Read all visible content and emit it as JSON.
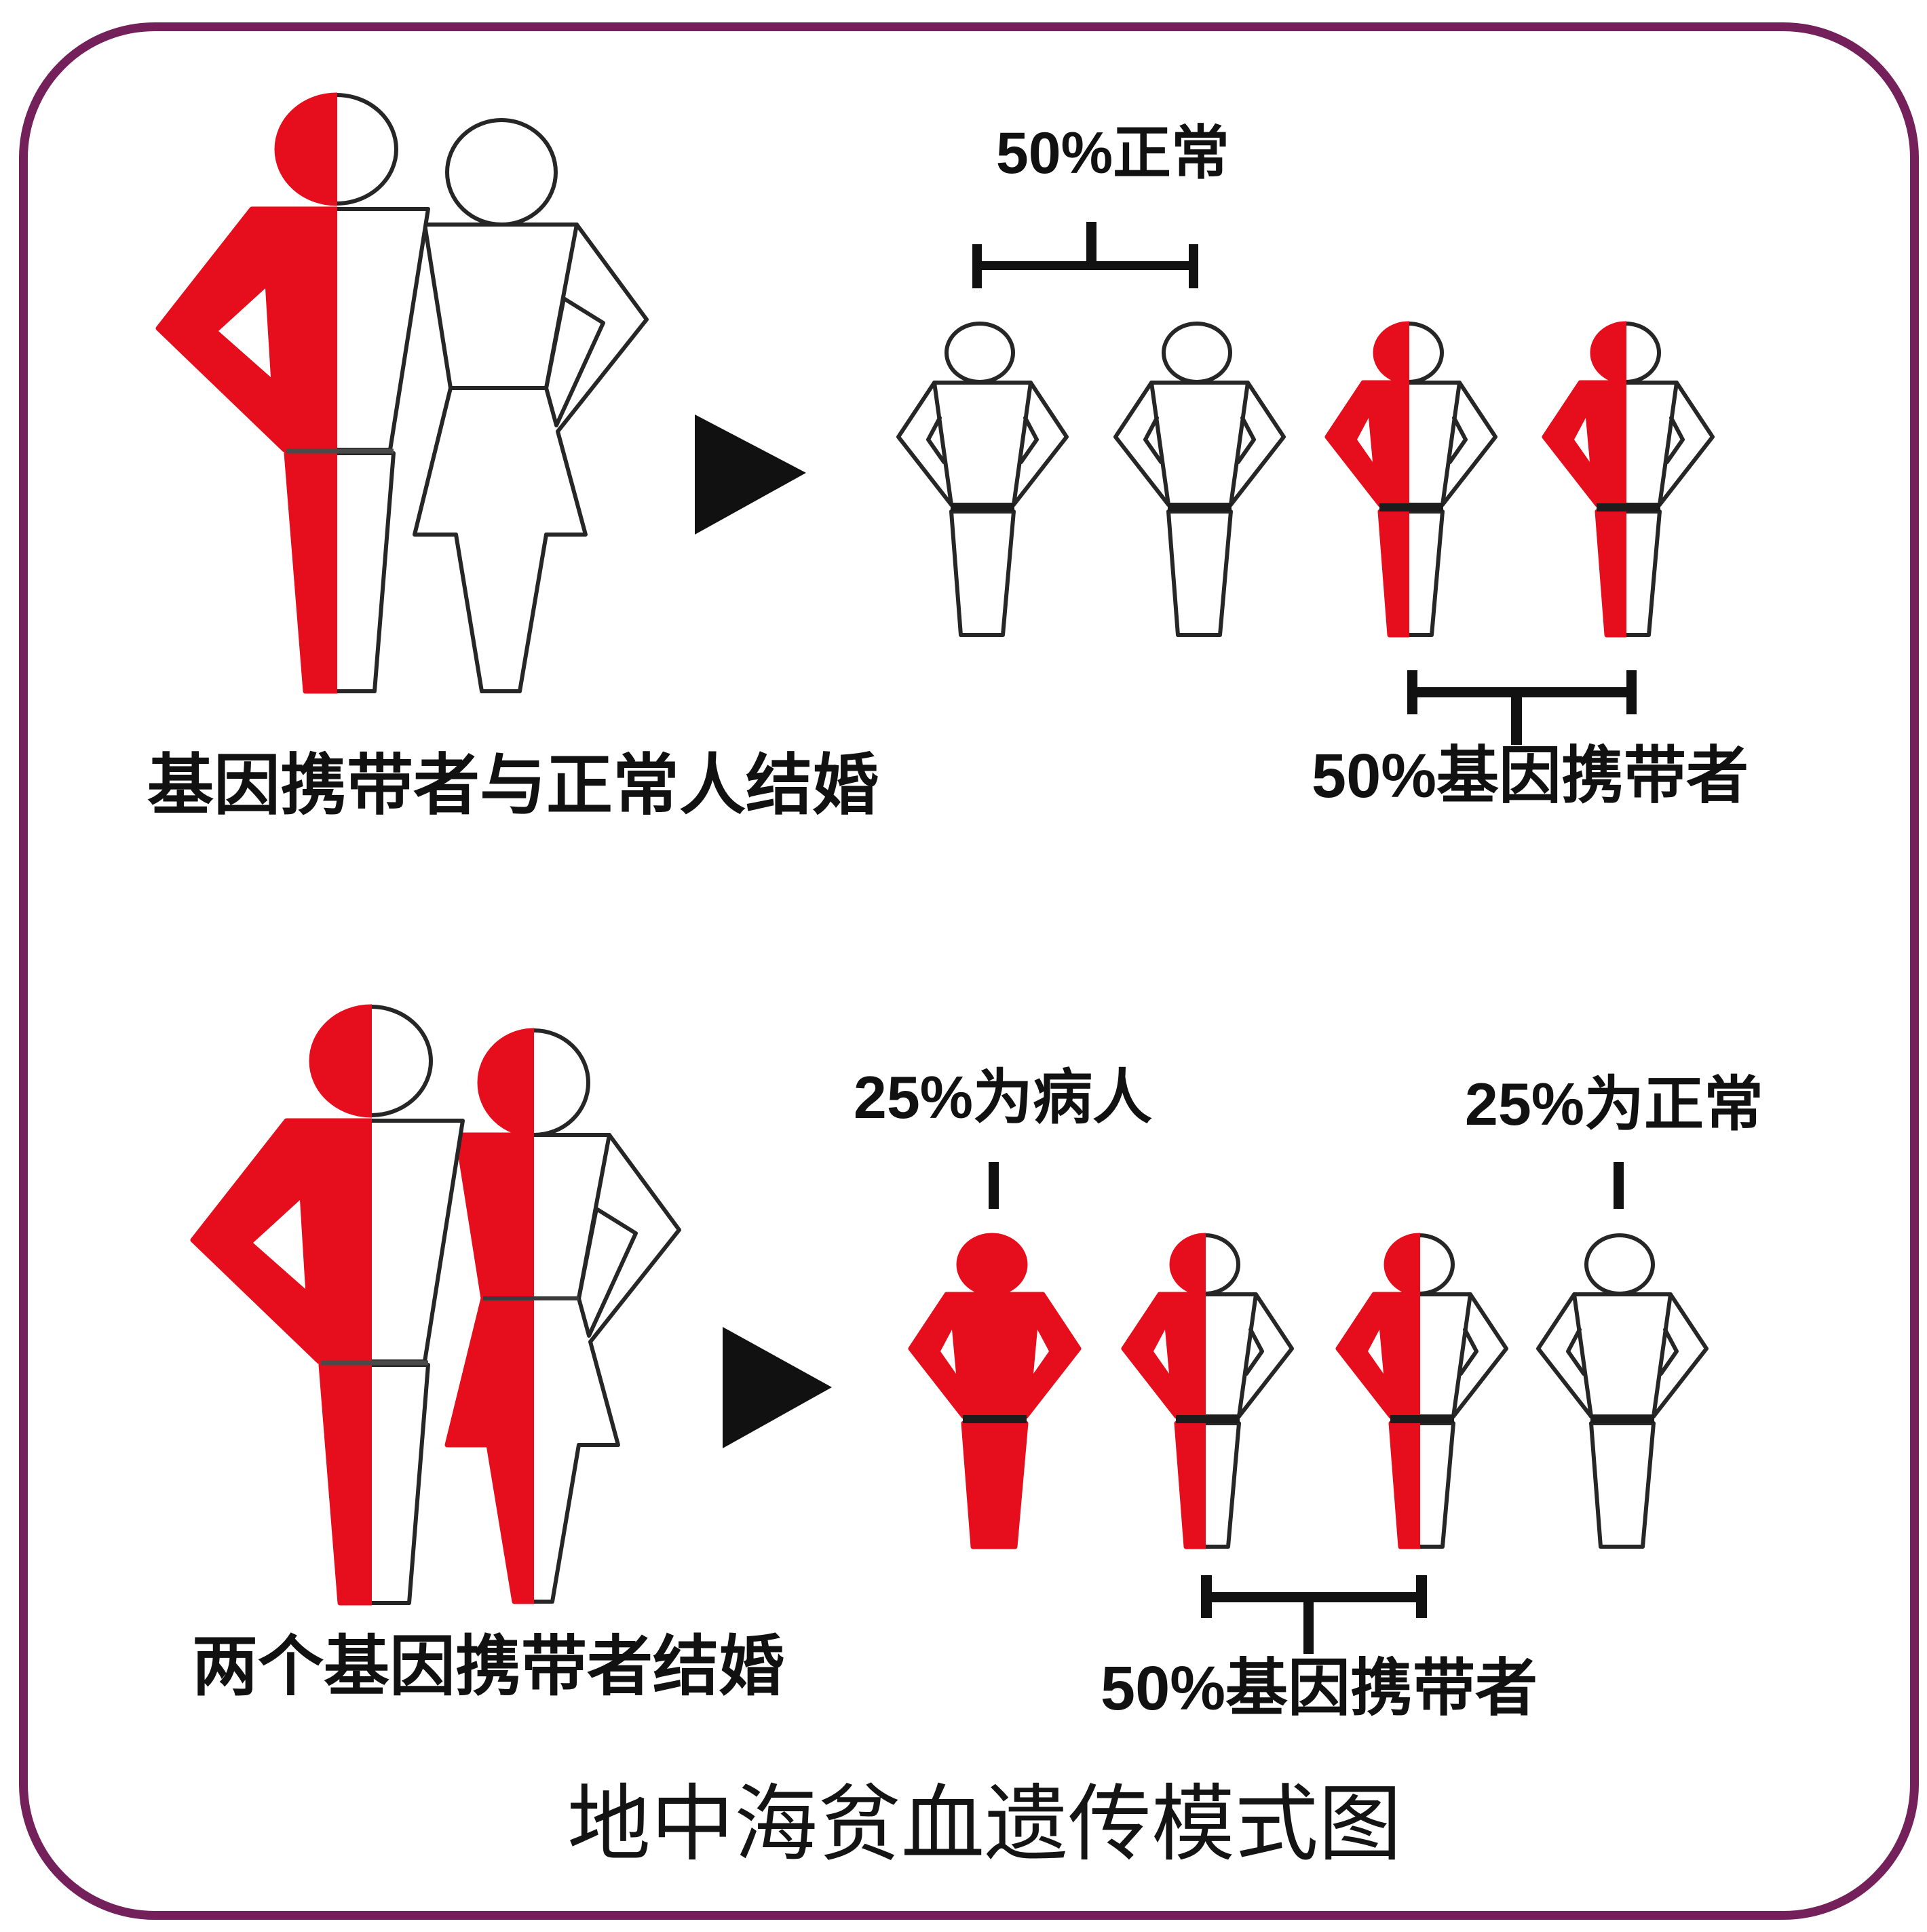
{
  "diagram_title": "地中海贫血遗传模式图",
  "colors": {
    "carrier_red": "#e60d1c",
    "outline": "#262626",
    "text": "#111111",
    "frame_border": "#74205a"
  },
  "scenario_1": {
    "caption": "基因携带者与正常人结婚",
    "parents": {
      "father": {
        "figure": "man",
        "status": "carrier"
      },
      "mother": {
        "figure": "woman",
        "status": "normal"
      }
    },
    "children": [
      {
        "status": "normal"
      },
      {
        "status": "normal"
      },
      {
        "status": "carrier"
      },
      {
        "status": "carrier"
      }
    ],
    "outcomes": {
      "normal": {
        "label": "50%正常",
        "percent": 50,
        "children": [
          1,
          2
        ]
      },
      "carrier": {
        "label": "50%基因携带者",
        "percent": 50,
        "children": [
          3,
          4
        ]
      }
    }
  },
  "scenario_2": {
    "caption": "两个基因携带者结婚",
    "parents": {
      "father": {
        "figure": "man",
        "status": "carrier"
      },
      "mother": {
        "figure": "woman",
        "status": "carrier"
      }
    },
    "children": [
      {
        "status": "affected"
      },
      {
        "status": "carrier"
      },
      {
        "status": "carrier"
      },
      {
        "status": "normal"
      }
    ],
    "outcomes": {
      "affected": {
        "label": "25%为病人",
        "percent": 25,
        "children": [
          1
        ]
      },
      "carrier": {
        "label": "50%基因携带者",
        "percent": 50,
        "children": [
          2,
          3
        ]
      },
      "normal": {
        "label": "25%为正常",
        "percent": 25,
        "children": [
          4
        ]
      }
    }
  }
}
